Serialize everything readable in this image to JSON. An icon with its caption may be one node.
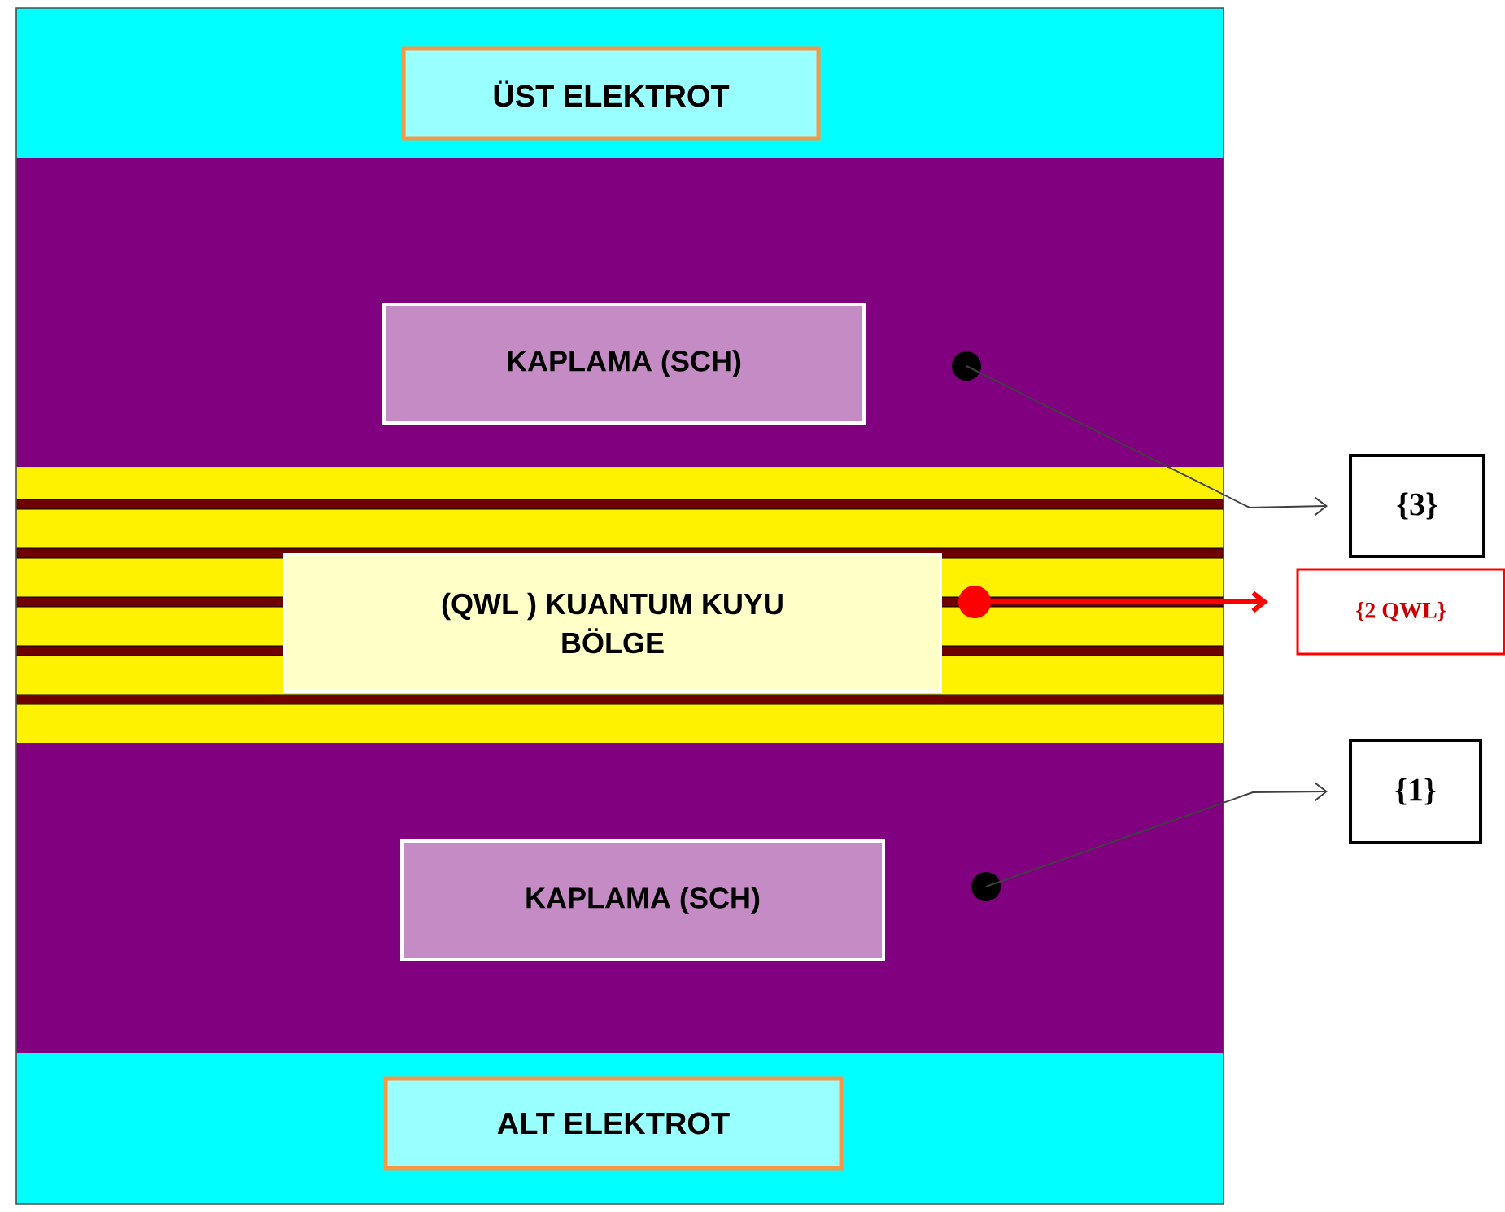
{
  "diagram": {
    "nodes": [
      {
        "text": [
          "ÜST ELEKTROT"
        ]
      },
      {
        "text": [
          "KAPLAMA (SCH)"
        ]
      },
      {
        "text": [
          "(QWL ) KUANTUM KUYU BÖLGE"
        ]
      },
      {
        "text": [
          "KAPLAMA (SCH)"
        ]
      },
      {
        "text": [
          "ALT ELEKTROT"
        ]
      },
      {
        "text": [],
        "shape": "circle"
      },
      {
        "text": [],
        "shape": "circle"
      },
      {
        "text": [],
        "shape": "circle"
      },
      {
        "text": [
          "{3}"
        ]
      },
      {
        "text": [
          "{2 QWL}"
        ]
      },
      {
        "text": [
          "{1}"
        ]
      }
    ],
    "edges": [
      {
        "from": 5,
        "to": 8,
        "arrow": "to"
      },
      {
        "from": 6,
        "to": 9,
        "arrow": "to",
        "color": "#ff0000",
        "style": "thick"
      },
      {
        "from": 7,
        "to": 10,
        "arrow": "to"
      }
    ]
  }
}
